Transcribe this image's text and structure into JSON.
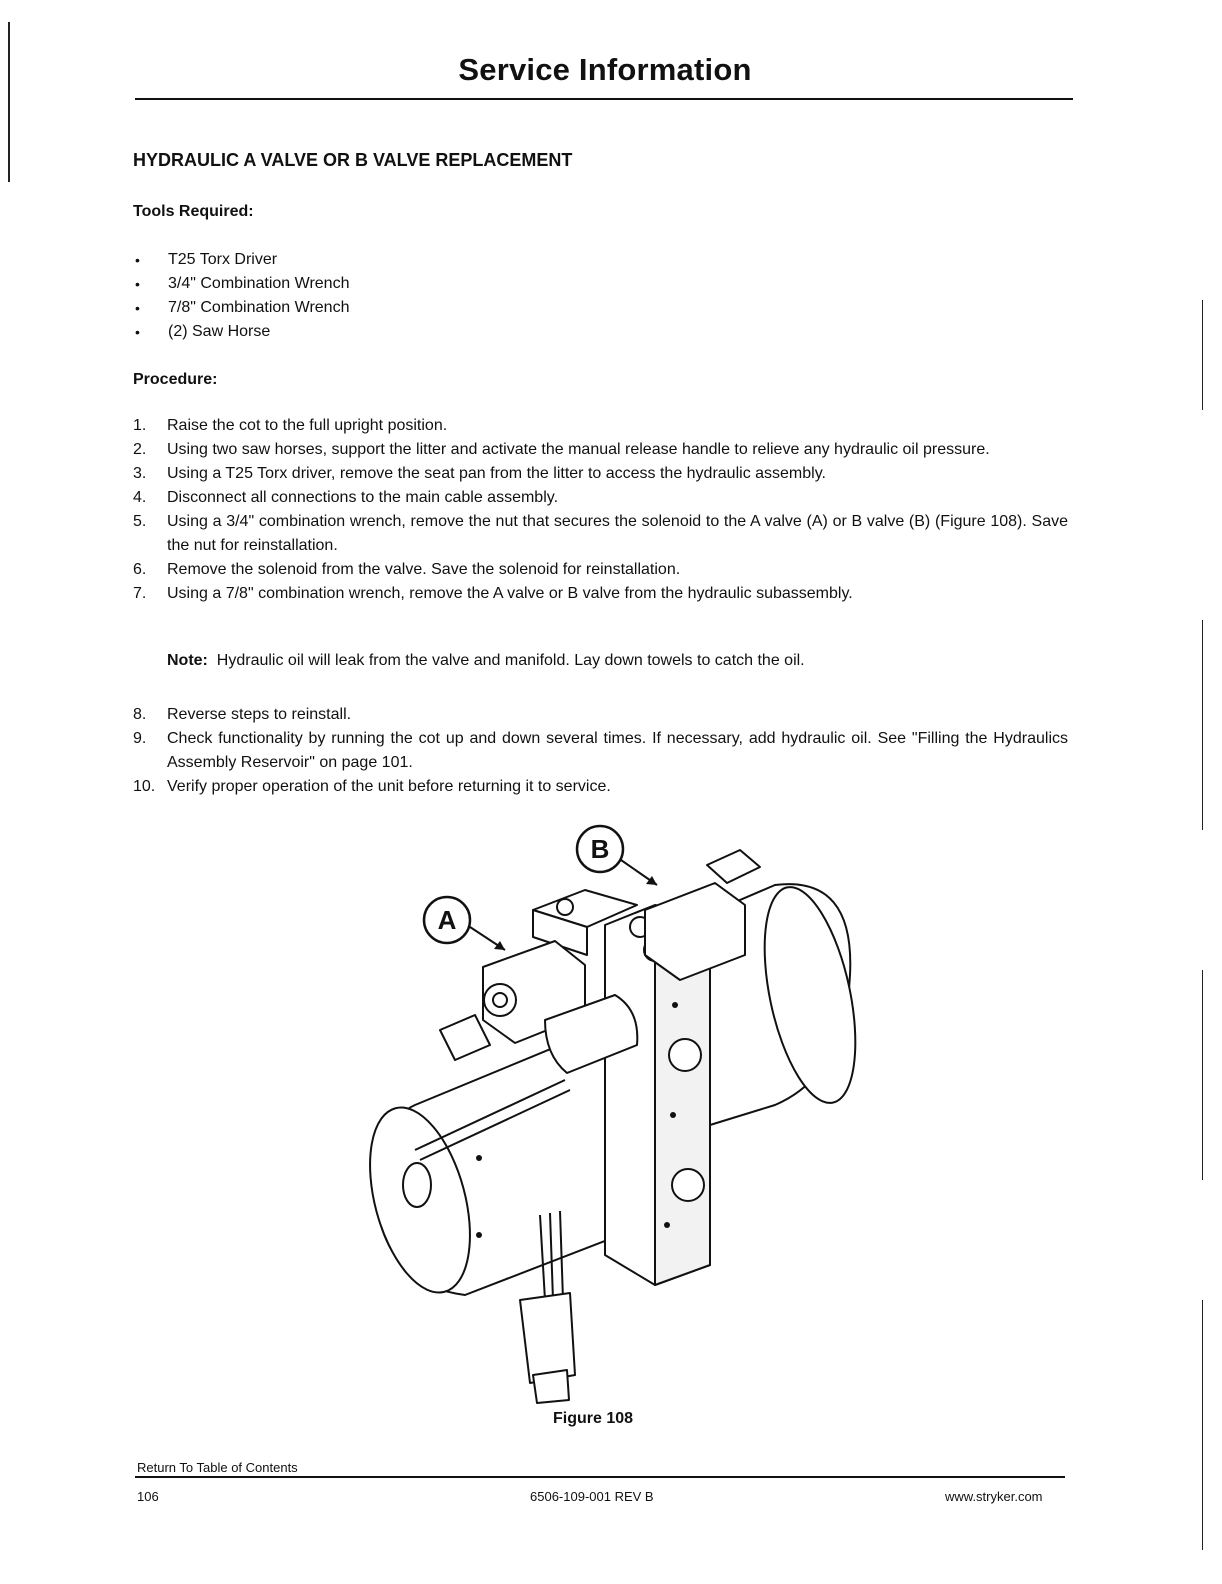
{
  "header": {
    "title": "Service Information"
  },
  "section": {
    "heading": "HYDRAULIC A VALVE OR B VALVE REPLACEMENT",
    "tools_heading": "Tools Required:",
    "tools": [
      {
        "bullet": "•",
        "text": "T25 Torx Driver"
      },
      {
        "bullet": "•",
        "text": "3/4\" Combination Wrench"
      },
      {
        "bullet": "•",
        "text": "7/8\" Combination Wrench"
      },
      {
        "bullet": "•",
        "text": "(2) Saw Horse"
      }
    ],
    "procedure_heading": "Procedure:",
    "steps_a": [
      {
        "num": "1.",
        "text": "Raise the cot to the full upright position."
      },
      {
        "num": "2.",
        "text": "Using two saw horses, support the litter and activate the manual release handle to relieve any hydraulic oil pressure."
      },
      {
        "num": "3.",
        "text": "Using a T25 Torx driver, remove the seat pan from the litter to access the hydraulic assembly."
      },
      {
        "num": "4.",
        "text": "Disconnect all connections to the main cable assembly."
      },
      {
        "num": "5.",
        "text": "Using a 3/4\" combination wrench, remove the nut that secures the solenoid to the A valve (A) or B valve (B) (Figure 108). Save the nut for reinstallation."
      },
      {
        "num": "6.",
        "text": "Remove the solenoid from the valve. Save the solenoid for reinstallation."
      },
      {
        "num": "7.",
        "text": "Using a 7/8\" combination wrench, remove the A valve or B valve from the hydraulic subassembly."
      }
    ],
    "note": {
      "label": "Note:",
      "text": "Hydraulic oil will leak from the valve and manifold. Lay down towels to catch the oil."
    },
    "steps_b": [
      {
        "num": "8.",
        "text": "Reverse steps to reinstall."
      },
      {
        "num": "9.",
        "text": "Check functionality by running the cot up and down several times. If necessary, add hydraulic oil. See \"Filling the Hydraulics Assembly Reservoir\" on page 101."
      },
      {
        "num": "10.",
        "text": "Verify proper operation of the unit before returning it to service."
      }
    ]
  },
  "figure": {
    "label_a": "A",
    "label_b": "B",
    "caption": "Figure 108"
  },
  "footer": {
    "link": "Return To Table of Contents",
    "page_number": "106",
    "doc_number": "6506-109-001 REV B",
    "website": "www.stryker.com"
  }
}
